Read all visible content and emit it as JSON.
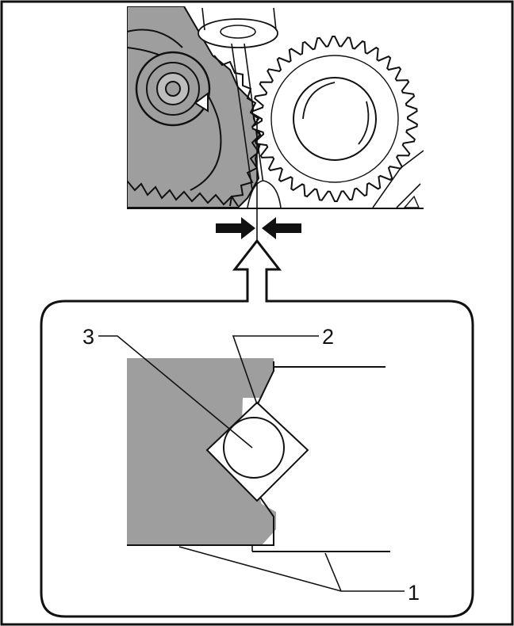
{
  "callouts": {
    "c1": "1",
    "c2": "2",
    "c3": "3"
  },
  "colors": {
    "ink": "#111111",
    "shade": "#9e9e9e",
    "background": "#ffffff"
  }
}
